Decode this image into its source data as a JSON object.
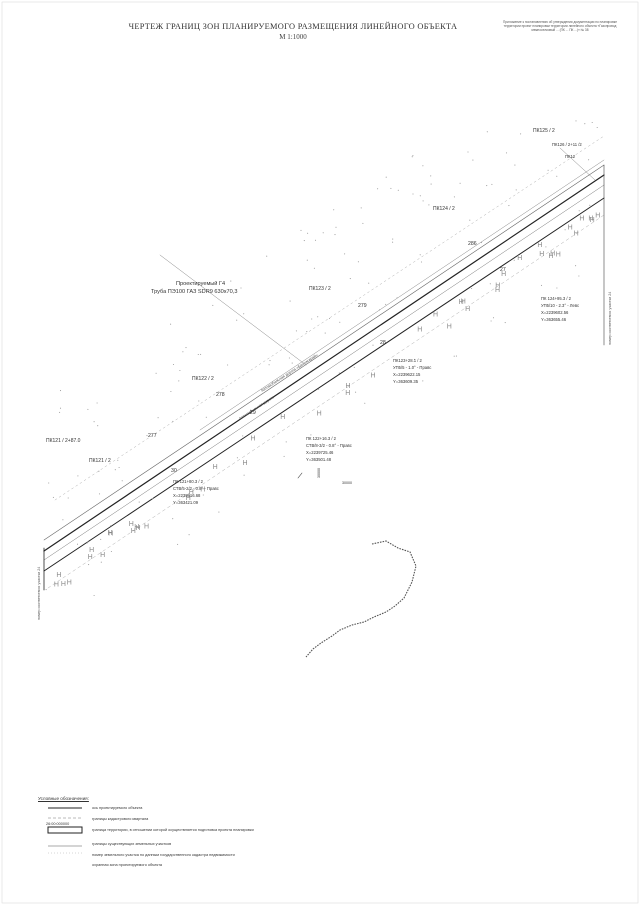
{
  "header": {
    "title": "ЧЕРТЕЖ ГРАНИЦ ЗОН ПЛАНИРУЕМОГО РАЗМЕЩЕНИЯ ЛИНЕЙНОГО ОБЪЕКТА",
    "scale": "М 1:1000",
    "appendix_note": "Приложение к постановлению об утверждении документации по планировке территории проект планировки территории линейного объекта «Газопровод межпоселковый ... (ПК ... ПК ...)»  № 38"
  },
  "pickets": [
    {
      "id": "pk125",
      "label": "ПК125 / 2"
    },
    {
      "id": "pk126",
      "label": "ПК126 / 2+11 /2"
    },
    {
      "id": "pk126b",
      "label": "ПК12"
    },
    {
      "id": "pk124",
      "label": "ПК124 / 2"
    },
    {
      "id": "pk123",
      "label": "ПК123 / 2"
    },
    {
      "id": "pk122",
      "label": "ПК122 / 2"
    },
    {
      "id": "pk121",
      "label": "ПК121 / 2"
    },
    {
      "id": "pk121b",
      "label": "ПК121 / 2+87.0"
    }
  ],
  "stations": [
    {
      "id": "s279",
      "label": "279"
    },
    {
      "id": "s278",
      "label": "278"
    },
    {
      "id": "s277",
      "label": "277"
    },
    {
      "id": "s286",
      "label": "286"
    },
    {
      "id": "s27",
      "label": "27"
    },
    {
      "id": "s28",
      "label": "28"
    },
    {
      "id": "s29",
      "label": "29"
    },
    {
      "id": "s30",
      "label": "30"
    }
  ],
  "pipe_callout": {
    "line1": "Проектируемый Г4",
    "line2": "Труба ПЭ100 ГАЗ SDR9 630x70,3"
  },
  "road_labels": [
    "Автомобильная дорога",
    "Автомобильная дорога «Бахчисарай»"
  ],
  "corner_points": [
    {
      "id": "cp1",
      "lines": [
        "ПК 124+95.3 / 2",
        "УП5/10 - 2.3° - Левс",
        "X=2239602.56",
        "Y=363655.46"
      ]
    },
    {
      "id": "cp2",
      "lines": [
        "ПК123+28.1 / 2",
        "УП5/5 - 1.0° - Правс",
        "X=2239622.15",
        "Y=363609.35"
      ]
    },
    {
      "id": "cp3",
      "lines": [
        "ПК 122+16.3 / 2",
        "СТВ/8-3/2 - 0.8° - Правс",
        "X=2239725.46",
        "Y=363501.48"
      ]
    },
    {
      "id": "cp4",
      "lines": [
        "ПК 121+80.3 / 2",
        "СТВ/5-2/2 - 0.8° - Правс",
        "X=2239816.68",
        "Y=363421.09"
      ]
    }
  ],
  "marks": {
    "vertical_right": "номер соответствия: участки 24",
    "vertical_left": "номер соответствия: участки 24",
    "scale_bar_top": "30000",
    "scale_bar_bottom": "30000"
  },
  "hatch_char": "H",
  "legend": {
    "title": "Условные обозначения:",
    "items": [
      {
        "id": "axis",
        "text": "ось проектируемого объекта"
      },
      {
        "id": "cadastre",
        "text": "границы кадастрового квартала"
      },
      {
        "id": "cadastre-num",
        "text": "26:00:000000"
      },
      {
        "id": "zone",
        "text": "граница территории, в отношении которой осуществляется подготовка проекта планировки"
      },
      {
        "id": "lots",
        "text": "границы существующих земельных участков"
      },
      {
        "id": "lot-num",
        "text": "номер земельного участка по данным государственного кадастра недвижимости"
      },
      {
        "id": "protect",
        "text": "охранная зона проектируемого объекта"
      }
    ]
  },
  "colors": {
    "ink": "#222222",
    "faint": "#888888",
    "hatch": "#9a9a9a"
  }
}
